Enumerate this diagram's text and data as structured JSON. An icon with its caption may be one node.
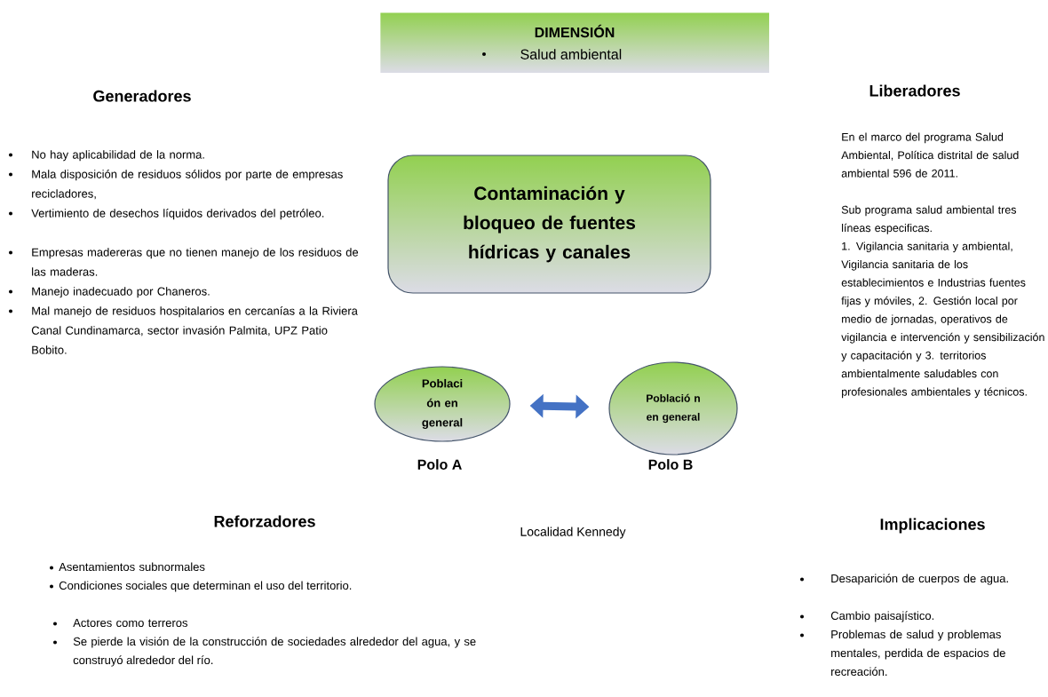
{
  "diagram": {
    "nodes": [
      {
        "text": [
          "DIMENSIÓN",
          "Salud ambiental"
        ]
      },
      {
        "text": [
          "Contaminación y bloqueo de fuentes hídricas y canales"
        ]
      },
      {
        "text": [
          "Poblaci ón en general"
        ],
        "beside": [
          "Polo A"
        ]
      },
      {
        "text": [
          "Població n en general"
        ],
        "beside": [
          "Polo B"
        ]
      }
    ],
    "edges": [
      {
        "from": 2,
        "to": 3,
        "arrow": "both"
      }
    ],
    "labels": [
      "Generadores",
      "No hay aplicabilidad de la norma.",
      "Mala disposición de residuos sólidos por parte de empresas recicladores,",
      "Vertimiento de desechos líquidos derivados del petróleo.",
      "Empresas madereras que no tienen manejo de los residuos de las maderas.",
      "Manejo inadecuado por Chaneros.",
      "Mal manejo de residuos hospitalarios en cercanías a la Riviera Canal Cundinamarca, sector invasión Palmita, UPZ Patio Bobito.",
      "Liberadores",
      "En el marco del programa Salud Ambiental, Política distrital de salud ambiental 596 de 2011.",
      "Sub programa salud ambiental tres líneas especificas.",
      "1. Vigilancia sanitaria y ambiental, Vigilancia sanitaria de los establecimientos e Industrias fuentes fijas y móviles, 2. Gestión local por medio de jornadas, operativos de vigilancia e intervención y sensibilización y capacitación y 3. territorios ambientalmente saludables con profesionales ambientales y técnicos.",
      "Reforzadores",
      "Localidad Kennedy",
      "Asentamientos subnormales",
      "Condiciones sociales que determinan el uso del territorio.",
      "Actores como terreros",
      "Se pierde la visión de la construcción de sociedades alrededor del agua, y se construyó alrededor del río.",
      "Implicaciones",
      "Desaparición de cuerpos de agua.",
      "Cambio paisajístico.",
      "Problemas de salud y problemas mentales, perdida de espacios de recreación."
    ]
  }
}
